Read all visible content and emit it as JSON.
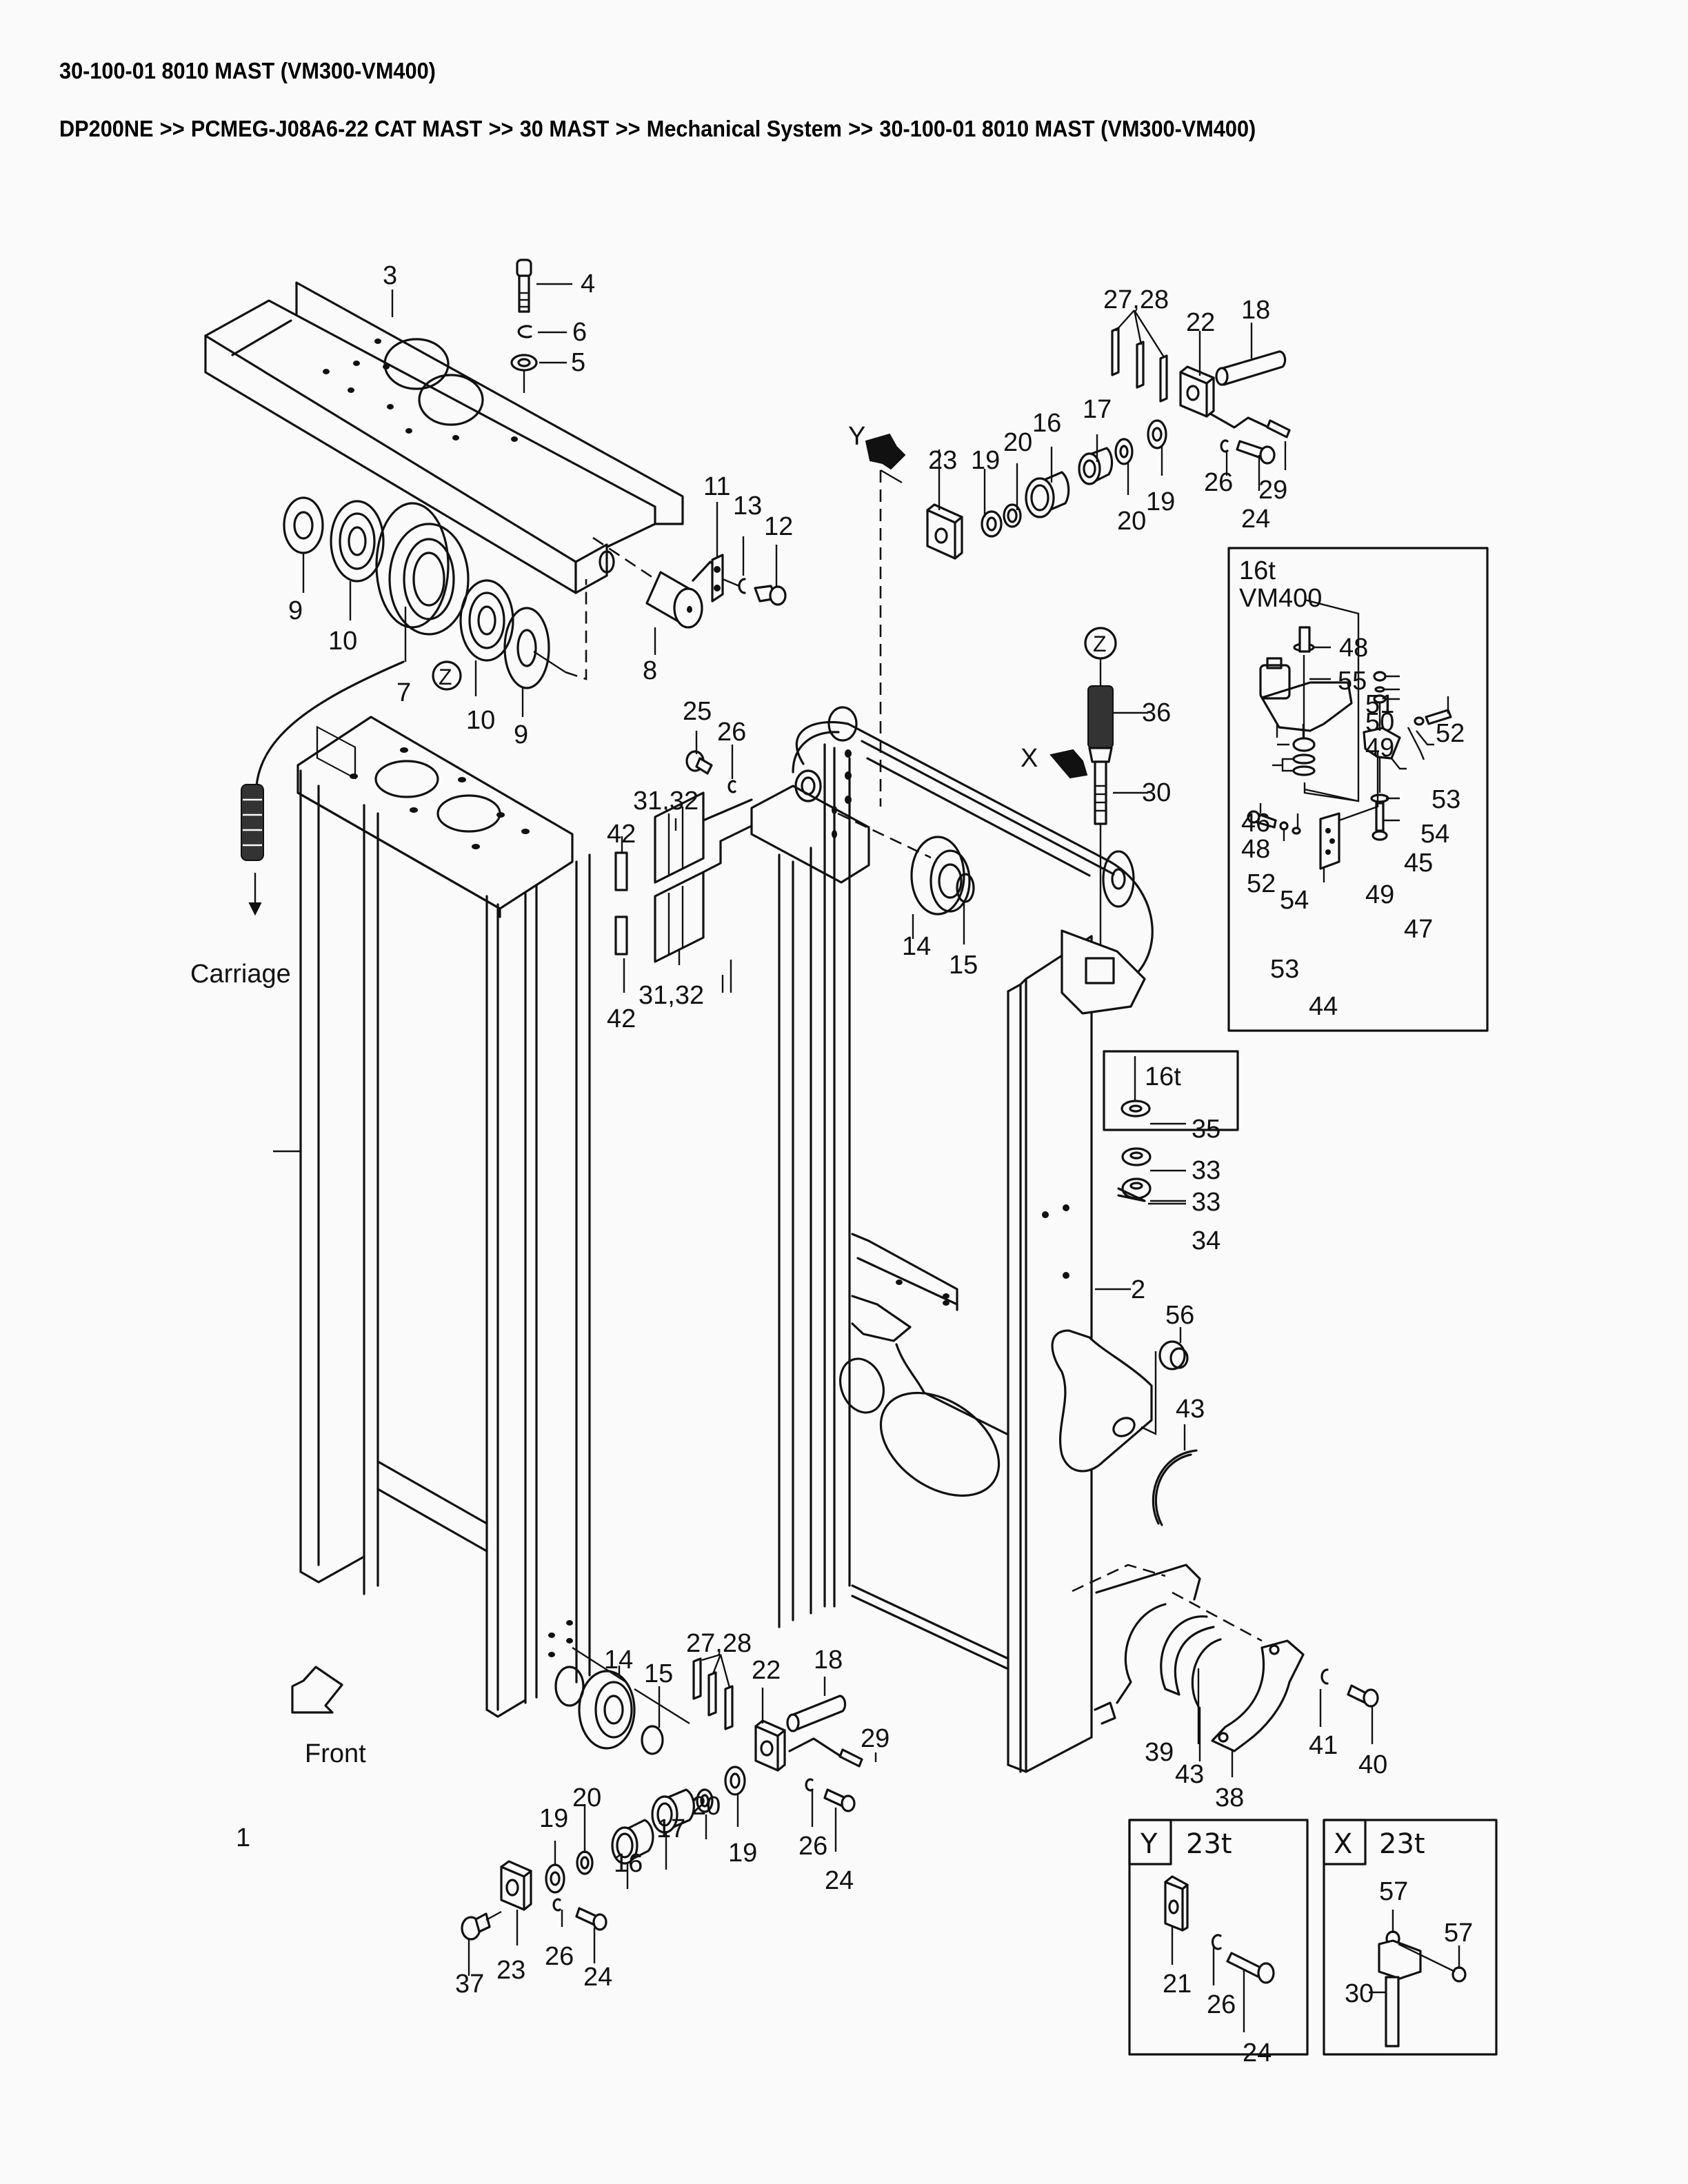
{
  "header": {
    "title": "30-100-01 8010 MAST (VM300-VM400)",
    "breadcrumb": [
      "DP200NE",
      "PCMEG-J08A6-22 CAT MAST",
      "30 MAST",
      "Mechanical System",
      "30-100-01 8010 MAST (VM300-VM400)"
    ],
    "breadcrumb_separator": ">>"
  },
  "diagram": {
    "subject": "Exploded parts view - forklift mast",
    "annotations": {
      "carriage": "Carriage",
      "front": "Front",
      "view_y": "Y",
      "view_x": "X",
      "detail_z": "Z"
    },
    "insets": [
      {
        "id": "inset-16t-vm400",
        "lines": [
          "16t",
          "VM400"
        ],
        "parts": [
          "44",
          "45",
          "46",
          "47",
          "48",
          "48",
          "49",
          "49",
          "50",
          "51",
          "52",
          "52",
          "53",
          "53",
          "54",
          "54",
          "55"
        ]
      },
      {
        "id": "inset-16t",
        "lines": [
          "16t"
        ],
        "parts": [
          "35"
        ]
      },
      {
        "id": "inset-view-y",
        "view": "Y",
        "label": "23t",
        "parts": [
          "21",
          "26",
          "24"
        ]
      },
      {
        "id": "inset-view-x",
        "view": "X",
        "label": "23t",
        "parts": [
          "57",
          "57",
          "30"
        ]
      }
    ],
    "callouts": [
      {
        "label": "1"
      },
      {
        "label": "2"
      },
      {
        "label": "3"
      },
      {
        "label": "4"
      },
      {
        "label": "5"
      },
      {
        "label": "6"
      },
      {
        "label": "7"
      },
      {
        "label": "8"
      },
      {
        "label": "9"
      },
      {
        "label": "9"
      },
      {
        "label": "10"
      },
      {
        "label": "10"
      },
      {
        "label": "11"
      },
      {
        "label": "12"
      },
      {
        "label": "13"
      },
      {
        "label": "14"
      },
      {
        "label": "14"
      },
      {
        "label": "15"
      },
      {
        "label": "15"
      },
      {
        "label": "16"
      },
      {
        "label": "16"
      },
      {
        "label": "17"
      },
      {
        "label": "17"
      },
      {
        "label": "18"
      },
      {
        "label": "18"
      },
      {
        "label": "19"
      },
      {
        "label": "19"
      },
      {
        "label": "19"
      },
      {
        "label": "19"
      },
      {
        "label": "20"
      },
      {
        "label": "20"
      },
      {
        "label": "20"
      },
      {
        "label": "20"
      },
      {
        "label": "22"
      },
      {
        "label": "22"
      },
      {
        "label": "23"
      },
      {
        "label": "23"
      },
      {
        "label": "24"
      },
      {
        "label": "24"
      },
      {
        "label": "24"
      },
      {
        "label": "25"
      },
      {
        "label": "26"
      },
      {
        "label": "26"
      },
      {
        "label": "26"
      },
      {
        "label": "26"
      },
      {
        "label": "27,28"
      },
      {
        "label": "27,28"
      },
      {
        "label": "29"
      },
      {
        "label": "29"
      },
      {
        "label": "30"
      },
      {
        "label": "31,32"
      },
      {
        "label": "31,32"
      },
      {
        "label": "33"
      },
      {
        "label": "33"
      },
      {
        "label": "34"
      },
      {
        "label": "36"
      },
      {
        "label": "37"
      },
      {
        "label": "38"
      },
      {
        "label": "39"
      },
      {
        "label": "40"
      },
      {
        "label": "41"
      },
      {
        "label": "42"
      },
      {
        "label": "42"
      },
      {
        "label": "43"
      },
      {
        "label": "43"
      },
      {
        "label": "56"
      },
      {
        "label": "48"
      },
      {
        "label": "55"
      },
      {
        "label": "51"
      },
      {
        "label": "50"
      },
      {
        "label": "52"
      },
      {
        "label": "49"
      },
      {
        "label": "53"
      },
      {
        "label": "46"
      },
      {
        "label": "54"
      },
      {
        "label": "48"
      },
      {
        "label": "45"
      },
      {
        "label": "52"
      },
      {
        "label": "49"
      },
      {
        "label": "54"
      },
      {
        "label": "47"
      },
      {
        "label": "53"
      },
      {
        "label": "44"
      },
      {
        "label": "35"
      },
      {
        "label": "21"
      },
      {
        "label": "26"
      },
      {
        "label": "24"
      },
      {
        "label": "57"
      },
      {
        "label": "57"
      },
      {
        "label": "30"
      }
    ]
  }
}
